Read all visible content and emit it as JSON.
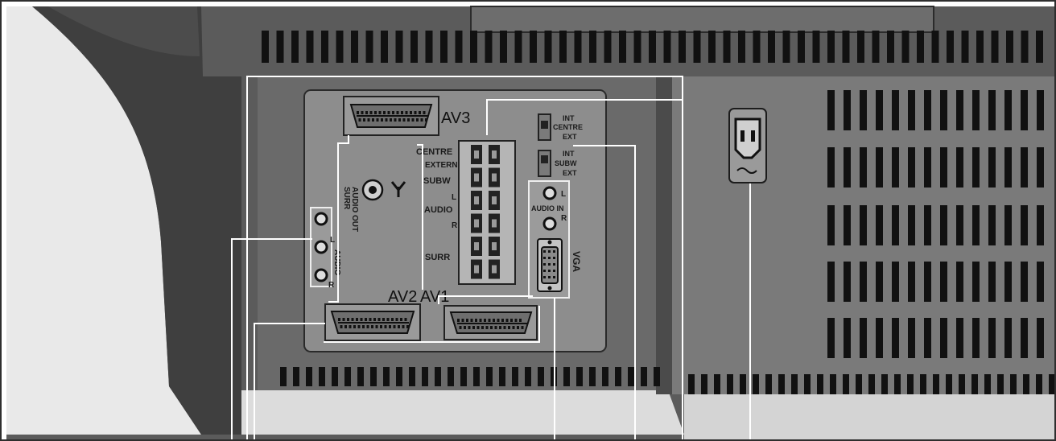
{
  "connectors": {
    "av1": "AV1",
    "av2": "AV2",
    "av3": "AV3",
    "vga": "VGA"
  },
  "surround_panel": {
    "surr": "SURR",
    "audio_out": "AUDIO OUT",
    "audio": "AUDIO",
    "left": "L",
    "right": "R"
  },
  "speaker_terminals": {
    "centre": "CENTRE",
    "extern": "EXTERN",
    "subw": "SUBW",
    "left": "L",
    "audio": "AUDIO",
    "right": "R",
    "surr": "SURR"
  },
  "switch_centre": {
    "int": "INT",
    "name": "CENTRE",
    "ext": "EXT"
  },
  "switch_subw": {
    "int": "INT",
    "name": "SUBW",
    "ext": "EXT"
  },
  "audio_in": {
    "label": "AUDIO IN",
    "left": "L",
    "right": "R"
  },
  "icons": {
    "antenna": "antenna-socket-icon",
    "power": "mains-power-inlet-icon"
  },
  "colors": {
    "body_dark": "#4a4a4a",
    "body_mid": "#6f6f6f",
    "panel": "#8a8a8a",
    "callout_line": "#ffffff"
  }
}
